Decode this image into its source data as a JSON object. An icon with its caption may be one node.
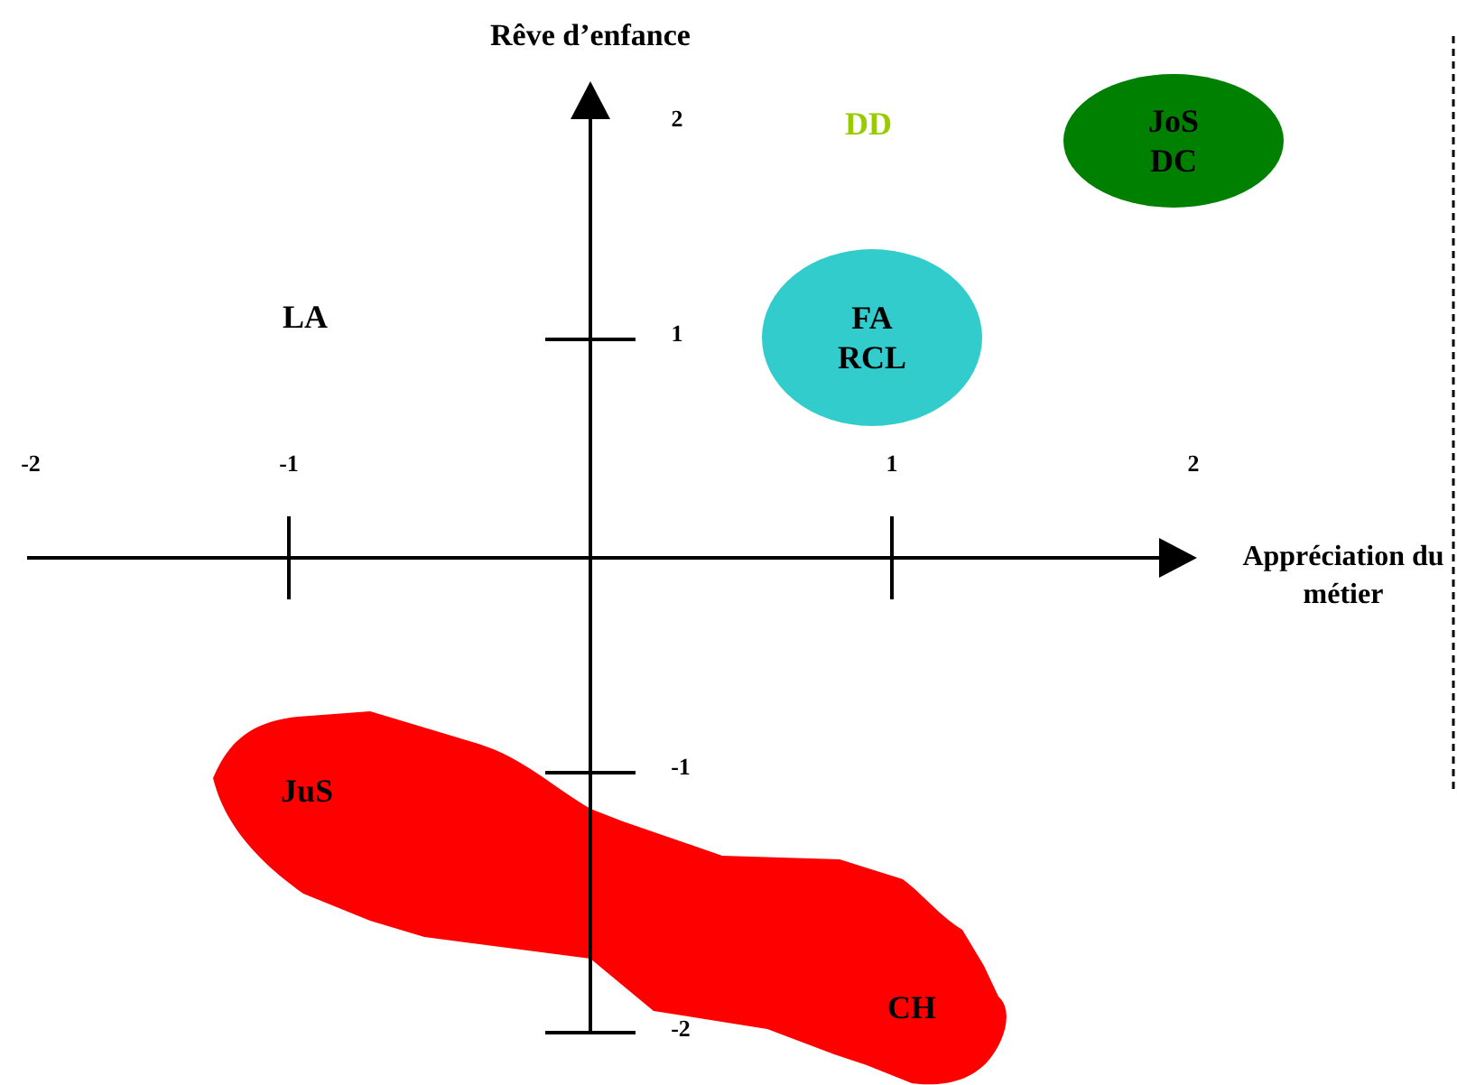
{
  "diagram": {
    "nodes": [
      {
        "text": [
          "JoS",
          "DC"
        ]
      },
      {
        "text": [
          "FA",
          "RCL"
        ]
      },
      {
        "text": [
          "JuS",
          "CH"
        ]
      }
    ],
    "labels": [
      "Rêve d’enfance",
      "2",
      "DD",
      "LA",
      "1",
      "-2",
      "-1",
      "1",
      "2",
      "Appréciation du métier",
      "-1",
      "-2"
    ]
  }
}
